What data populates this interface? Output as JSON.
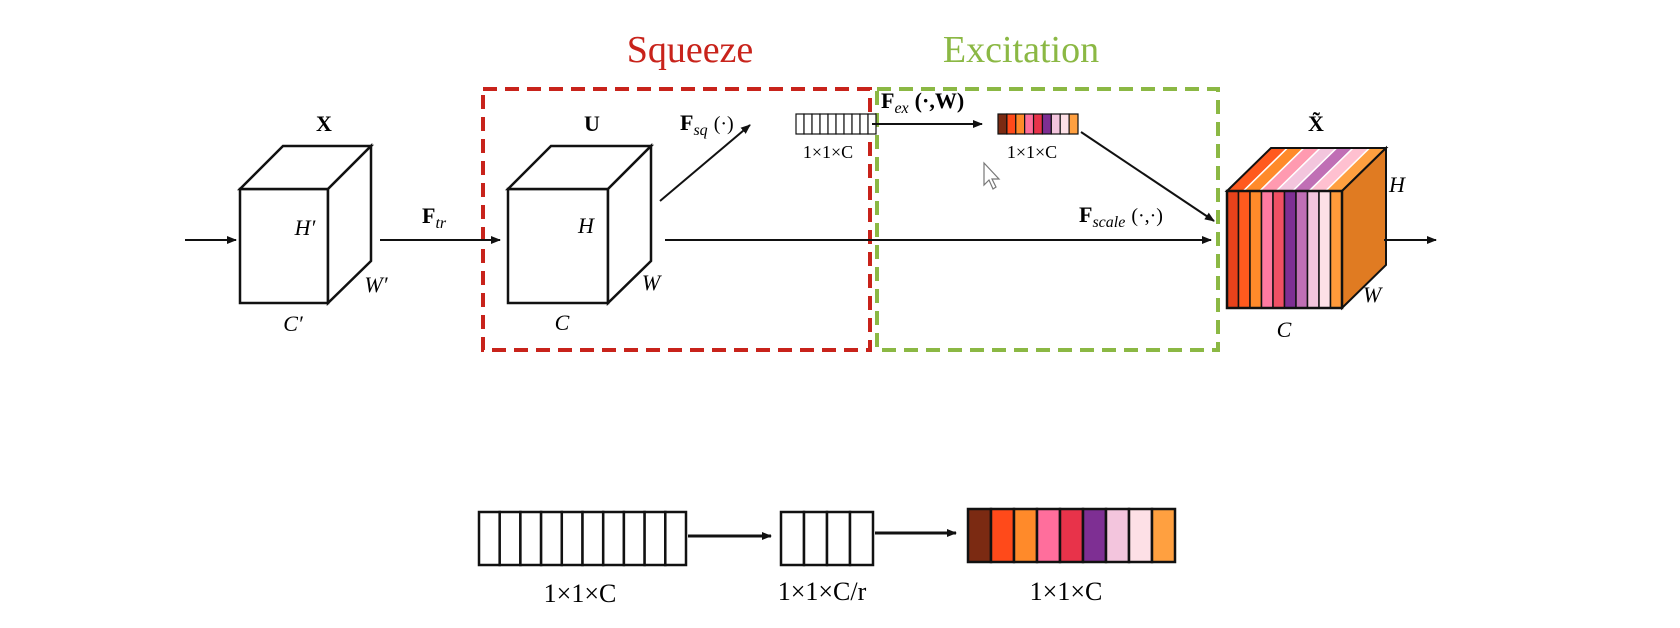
{
  "regions": {
    "squeeze": {
      "title": "Squeeze",
      "color": "#c8231b"
    },
    "excitation": {
      "title": "Excitation",
      "color": "#8bb844"
    }
  },
  "tensors": {
    "x": {
      "name": "X",
      "h": "H′",
      "w": "W′",
      "c": "C′"
    },
    "u": {
      "name": "U",
      "h": "H",
      "w": "W",
      "c": "C"
    },
    "x_tilde": {
      "name": "X̃",
      "h": "H",
      "w": "W",
      "c": "C"
    }
  },
  "operations": {
    "f_tr": {
      "main": "F",
      "sub": "tr"
    },
    "f_sq": {
      "main": "F",
      "sub": "sq",
      "args": "(·)"
    },
    "f_ex": {
      "main": "F",
      "sub": "ex",
      "args": "(·,W)"
    },
    "f_scale": {
      "main": "F",
      "sub": "scale",
      "args": "(·,·)"
    }
  },
  "vector_labels": {
    "squeezed": "1×1×C",
    "excited": "1×1×C"
  },
  "bottom_flow": {
    "items": [
      {
        "label": "1×1×C"
      },
      {
        "label": "1×1×C/r"
      },
      {
        "label": "1×1×C"
      }
    ]
  },
  "palette": {
    "excitation_channels": [
      "#7b2a12",
      "#ff4a1a",
      "#ff8a2a",
      "#ff6e9c",
      "#e8334a",
      "#7e2f93",
      "#f3c5dd",
      "#fde0e6",
      "#ffa040"
    ],
    "output_channels": [
      "#e8421b",
      "#ff5a1e",
      "#ff8a2a",
      "#ff7aa0",
      "#f05064",
      "#7e2f93",
      "#c06fb5",
      "#f3c5dd",
      "#fde0e6",
      "#ff9a3a"
    ],
    "output_side": "#e07b22",
    "output_top": [
      "#ff5a1e",
      "#ff8a2a",
      "#ff9ab0",
      "#f3c5dd",
      "#c06fb5",
      "#ffc0d0",
      "#ffa040"
    ]
  }
}
